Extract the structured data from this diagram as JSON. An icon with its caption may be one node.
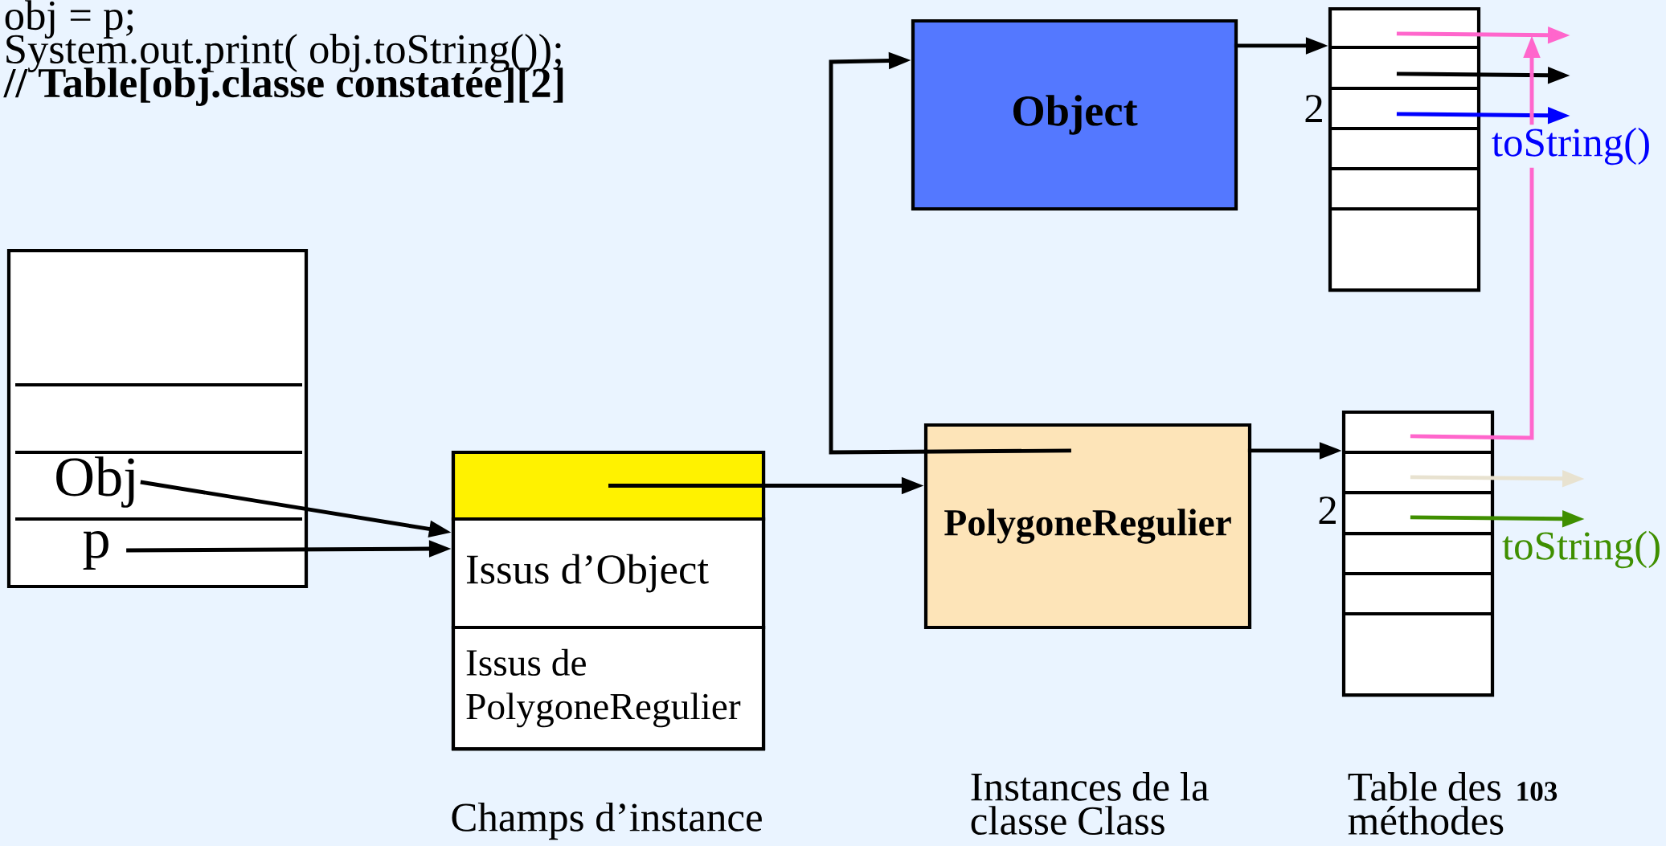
{
  "diagram": {
    "nodes": [
      {
        "text": [],
        "shape": "box"
      },
      {
        "text": [
          "Obj"
        ],
        "in": 0
      },
      {
        "text": [
          "p"
        ],
        "in": 0
      },
      {
        "text": [],
        "shape": "box"
      },
      {
        "text": [],
        "shape": "box",
        "in": 3
      },
      {
        "text": [
          "Issus d’Object"
        ],
        "in": 3
      },
      {
        "text": [
          "Issus de PolygoneRegulier"
        ],
        "in": 3
      },
      {
        "text": [
          "Object"
        ]
      },
      {
        "text": [
          "PolygoneRegulier"
        ]
      },
      {
        "text": [],
        "shape": "box",
        "beside": [
          "2"
        ]
      },
      {
        "text": [],
        "shape": "box",
        "beside": [
          "2"
        ]
      }
    ],
    "edges": [
      {
        "from": 1,
        "to": 3,
        "arrow": "to"
      },
      {
        "from": 2,
        "to": 3,
        "arrow": "to"
      },
      {
        "from": 4,
        "to": 8,
        "arrow": "to"
      },
      {
        "from": 8,
        "to": 7,
        "arrow": "to"
      },
      {
        "from": 7,
        "to": 9,
        "arrow": "to"
      },
      {
        "from": 8,
        "to": 10,
        "arrow": "to"
      },
      {
        "from": 9,
        "to": null,
        "arrow": "to",
        "color": "#ff66cc"
      },
      {
        "from": 9,
        "to": null,
        "arrow": "to"
      },
      {
        "from": 9,
        "to": null,
        "arrow": "to",
        "color": "#0000ff",
        "label": "toString()"
      },
      {
        "from": 10,
        "to": null,
        "arrow": "to",
        "color": "#ff66cc"
      },
      {
        "from": 10,
        "to": null,
        "arrow": "to",
        "color": "#e8e2d0"
      },
      {
        "from": 10,
        "to": null,
        "arrow": "to",
        "color": "#3f8f00",
        "label": "toString()"
      }
    ],
    "labels": [
      "obj = p;",
      "System.out.print( obj.toString());",
      "// Table[obj.classe constatée][2]",
      "Champs d’instance",
      "Instances de la classe Class",
      "Table des méthodes",
      "103"
    ]
  }
}
